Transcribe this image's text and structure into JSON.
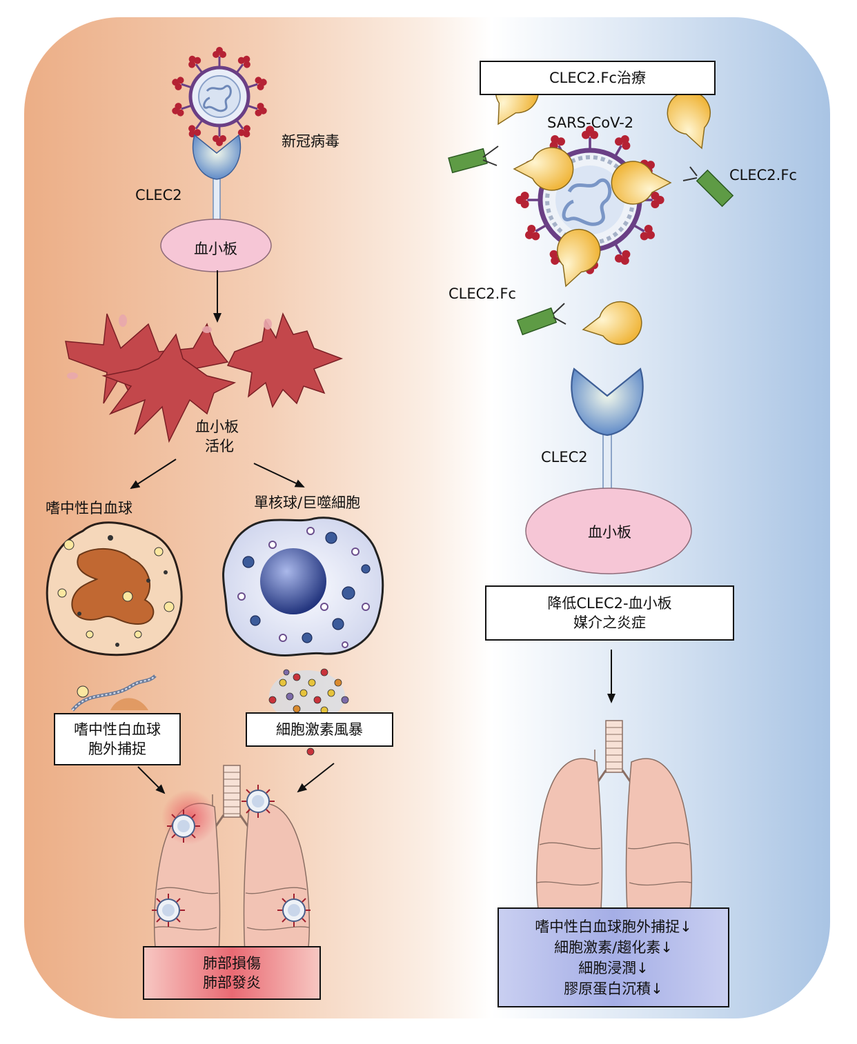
{
  "left": {
    "virus_label": "新冠病毒",
    "receptor_label": "CLEC2",
    "platelet_label": "血小板",
    "activation_label_1": "血小板",
    "activation_label_2": "活化",
    "neutrophil_label": "嗜中性白血球",
    "monocyte_label": "單核球/巨噬細胞",
    "net_box_1": "嗜中性白血球",
    "net_box_2": "胞外捕捉",
    "cytokine_box": "細胞激素風暴",
    "result_box_1": "肺部損傷",
    "result_box_2": "肺部發炎"
  },
  "right": {
    "treatment_title": "CLEC2.Fc治療",
    "virus_label": "SARS-CoV-2",
    "fc_label_right": "CLEC2.Fc",
    "fc_label_left": "CLEC2.Fc",
    "receptor_label": "CLEC2",
    "platelet_label": "血小板",
    "reduce_box_1": "降低CLEC2-血小板",
    "reduce_box_2": "媒介之炎症",
    "outcome_1": "嗜中性白血球胞外捕捉↓",
    "outcome_2": "細胞激素/趨化素↓",
    "outcome_3": "細胞浸潤↓",
    "outcome_4": "膠原蛋白沉積↓"
  },
  "colors": {
    "left_panel": "#ecae86",
    "right_panel": "#a9c4e4",
    "platelet_body": "#f6c6d6",
    "activated_platelet": "#c3474b",
    "receptor": "#6f97cf",
    "virus_spike": "#b52234",
    "fc_yellow": "#f6c459",
    "fc_green": "#5e9b45",
    "lung": "#f2c3b4",
    "result_box": "#e96a73",
    "outcome_box": "#a5aee6"
  }
}
